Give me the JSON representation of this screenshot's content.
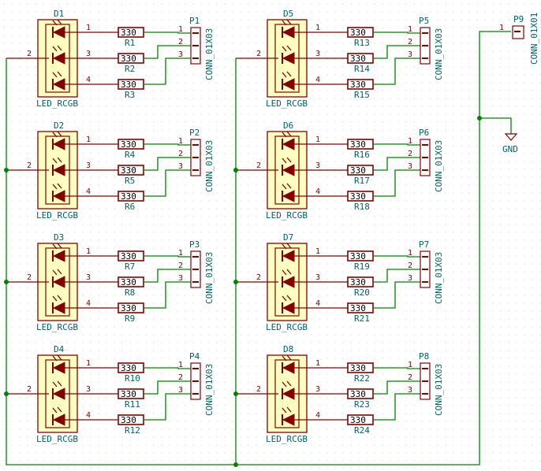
{
  "grid_color": "#c8c8c8",
  "wire_color": "#008400",
  "component_color": "#840000",
  "label_color": "#006464",
  "leds": [
    {
      "ref": "D1",
      "value": "LED_RCGB"
    },
    {
      "ref": "D2",
      "value": "LED_RCGB"
    },
    {
      "ref": "D3",
      "value": "LED_RCGB"
    },
    {
      "ref": "D4",
      "value": "LED_RCGB"
    },
    {
      "ref": "D5",
      "value": "LED_RCGB"
    },
    {
      "ref": "D6",
      "value": "LED_RCGB"
    },
    {
      "ref": "D7",
      "value": "LED_RCGB"
    },
    {
      "ref": "D8",
      "value": "LED_RCGB"
    }
  ],
  "resistors": [
    [
      "R1",
      "R2",
      "R3"
    ],
    [
      "R4",
      "R5",
      "R6"
    ],
    [
      "R7",
      "R8",
      "R9"
    ],
    [
      "R10",
      "R11",
      "R12"
    ],
    [
      "R13",
      "R14",
      "R15"
    ],
    [
      "R16",
      "R17",
      "R18"
    ],
    [
      "R19",
      "R20",
      "R21"
    ],
    [
      "R22",
      "R23",
      "R24"
    ]
  ],
  "resistor_value": "330",
  "connectors": [
    {
      "ref": "P1",
      "value": "CONN_01X03"
    },
    {
      "ref": "P2",
      "value": "CONN_01X03"
    },
    {
      "ref": "P3",
      "value": "CONN_01X03"
    },
    {
      "ref": "P4",
      "value": "CONN_01X03"
    },
    {
      "ref": "P5",
      "value": "CONN_01X03"
    },
    {
      "ref": "P6",
      "value": "CONN_01X03"
    },
    {
      "ref": "P7",
      "value": "CONN_01X03"
    },
    {
      "ref": "P8",
      "value": "CONN_01X03"
    }
  ],
  "led_pins": {
    "common": "2",
    "a": "1",
    "b": "3",
    "c": "4"
  },
  "conn_pins": [
    "1",
    "2",
    "3"
  ],
  "power_connector": {
    "ref": "P9",
    "value": "CONN_01X01",
    "pin": "1"
  },
  "ground": {
    "label": "GND"
  }
}
